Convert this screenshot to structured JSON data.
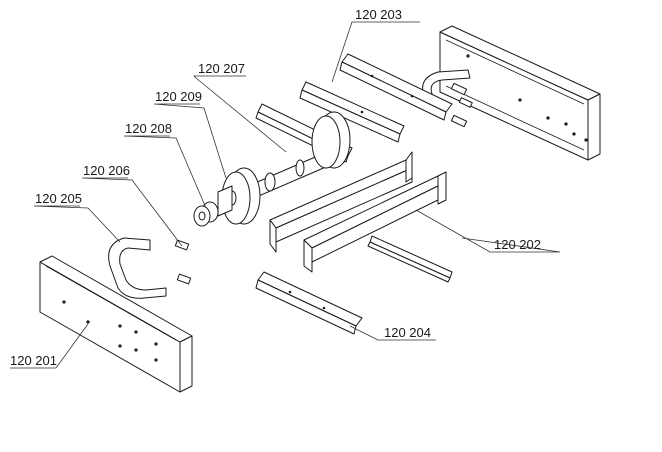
{
  "labels": {
    "p120201": "120 201",
    "p120202": "120 202",
    "p120203": "120 203",
    "p120204": "120 204",
    "p120205": "120 205",
    "p120206": "120 206",
    "p120207": "120 207",
    "p120208": "120 208",
    "p120209": "120 209"
  }
}
